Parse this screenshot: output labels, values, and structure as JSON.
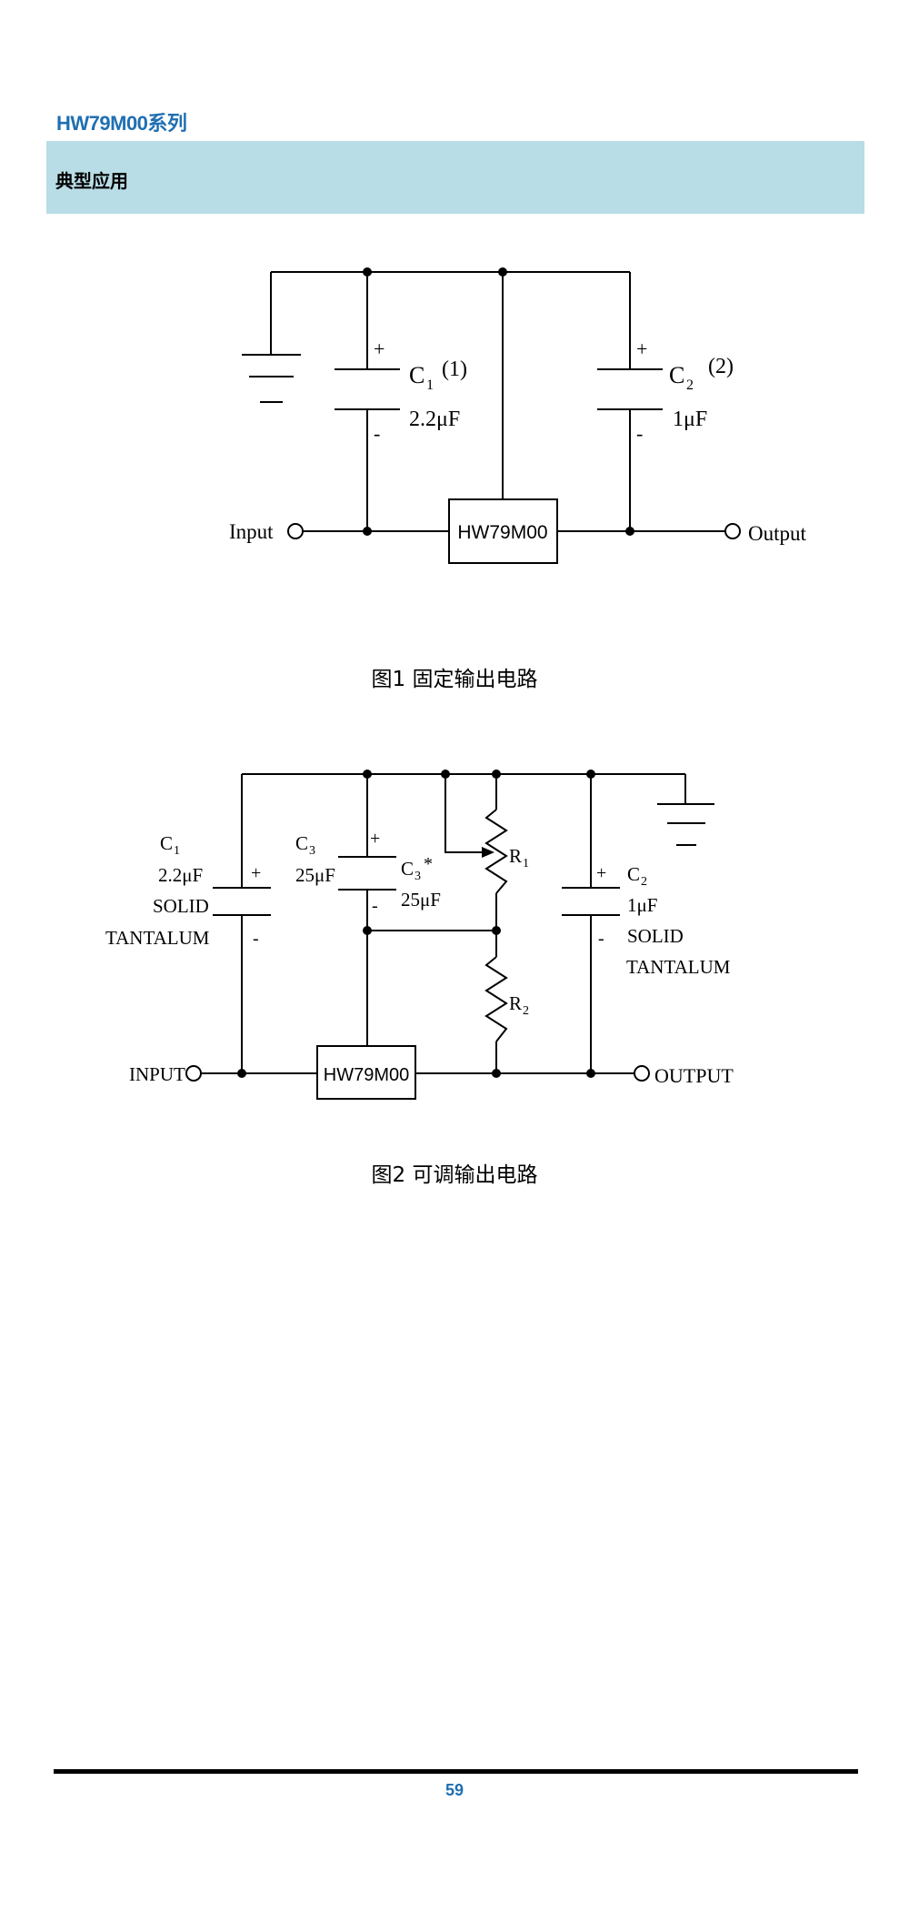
{
  "header": {
    "series_title": "HW79M00系列",
    "section_title": "典型应用"
  },
  "figure1": {
    "caption": "图1 固定输出电路",
    "ic_label": "HW79M00",
    "input_label": "Input",
    "output_label": "Output",
    "c1": {
      "name": "C",
      "sub": "1",
      "note": "(1)",
      "value": "2.2μF",
      "plus": "+",
      "minus": "-"
    },
    "c2": {
      "name": "C",
      "sub": "2",
      "note": "(2)",
      "value": "1μF",
      "plus": "+",
      "minus": "-"
    }
  },
  "figure2": {
    "caption": "图2 可调输出电路",
    "ic_label": "HW79M00",
    "input_label": "INPUT",
    "output_label": "OUTPUT",
    "c1": {
      "name": "C",
      "sub": "1",
      "value": "2.2μF",
      "type1": "SOLID",
      "type2": "TANTALUM",
      "plus": "+",
      "minus": "-"
    },
    "c3": {
      "name": "C",
      "sub": "3",
      "value": "25μF",
      "plus": "+",
      "minus": "-"
    },
    "c3_alt": {
      "name": "C",
      "sub": "3",
      "star": "*",
      "value": "25μF"
    },
    "r1": {
      "name": "R",
      "sub": "1"
    },
    "r2": {
      "name": "R",
      "sub": "2"
    },
    "c2": {
      "name": "C",
      "sub": "2",
      "value": "1μF",
      "type1": "SOLID",
      "type2": "TANTALUM",
      "plus": "+",
      "minus": "-"
    }
  },
  "footer": {
    "page_number": "59"
  },
  "colors": {
    "accent": "#1f6fb2",
    "section_bg": "#b9dde6"
  }
}
